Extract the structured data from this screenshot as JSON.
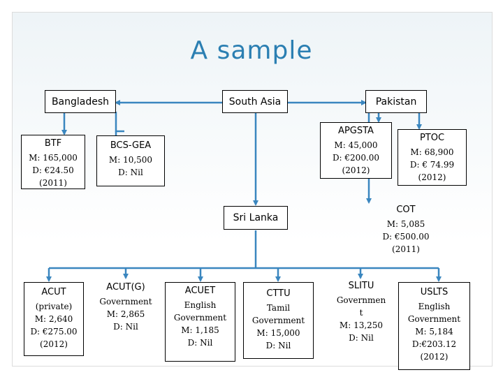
{
  "title": "A  sample",
  "colors": {
    "accent": "#2b7fb2",
    "connector": "#3a86bf"
  },
  "countries": {
    "bangladesh": "Bangladesh",
    "south_asia": "South Asia",
    "pakistan": "Pakistan",
    "sri_lanka": "Sri Lanka"
  },
  "organizations": {
    "btf": {
      "name": "BTF",
      "lines": [
        "M: 165,000",
        "D: €24.50",
        "(2011)"
      ]
    },
    "bcs_gea": {
      "name": "BCS-GEA",
      "lines": [
        "M: 10,500",
        "D: Nil"
      ]
    },
    "apgsta": {
      "name": "APGSTA",
      "lines": [
        "M: 45,000",
        "D: €200.00",
        "(2012)"
      ]
    },
    "ptoc": {
      "name": "PTOC",
      "lines": [
        "M: 68,900",
        "D: € 74.99",
        "(2012)"
      ]
    },
    "cot": {
      "name": "COT",
      "lines": [
        "M: 5,085",
        "D: €500.00",
        "(2011)"
      ]
    },
    "acut": {
      "name": "ACUT",
      "lines": [
        "(private)",
        "M: 2,640",
        "D: €275.00",
        "(2012)"
      ]
    },
    "acut_g": {
      "name": "ACUT(G)",
      "lines": [
        "Government",
        "M: 2,865",
        "D: Nil"
      ]
    },
    "acuet": {
      "name": "ACUET",
      "lines": [
        "English",
        "Government",
        "M: 1,185",
        "D: Nil"
      ]
    },
    "cttu": {
      "name": "CTTU",
      "lines": [
        "Tamil",
        "Government",
        "M: 15,000",
        "D: Nil"
      ]
    },
    "slitu": {
      "name": "SLITU",
      "lines": [
        "Governmen",
        "t",
        "M: 13,250",
        "D: Nil"
      ]
    },
    "uslts": {
      "name": "USLTS",
      "lines": [
        "English",
        "Government",
        "M: 5,184",
        "D:€203.12",
        "(2012)"
      ]
    }
  }
}
